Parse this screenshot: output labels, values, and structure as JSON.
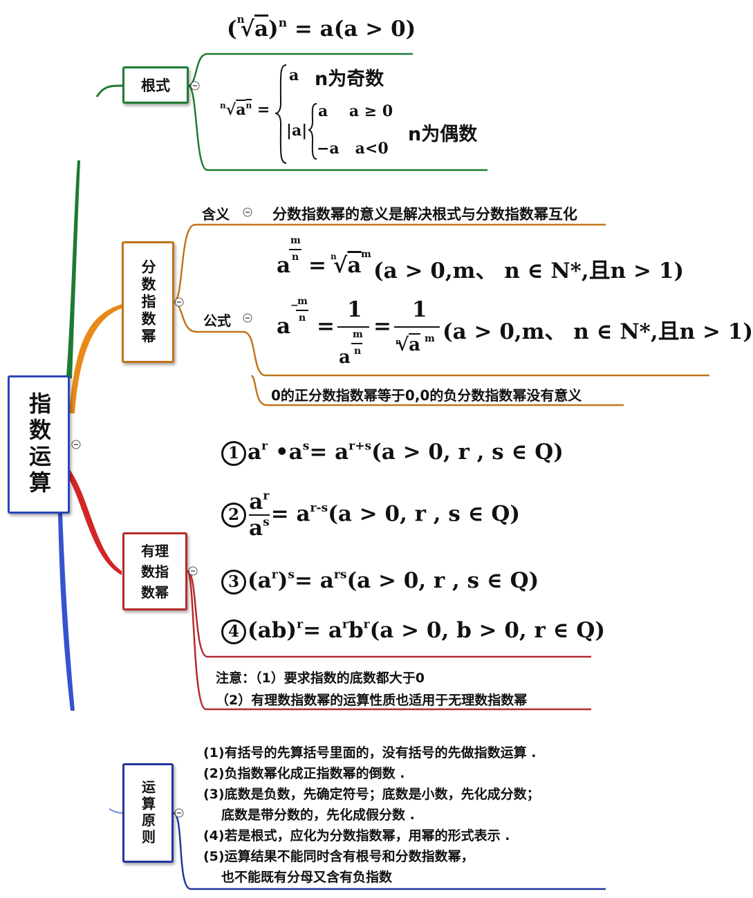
{
  "root": {
    "title": "指数运算"
  },
  "genshi": {
    "label": "根式",
    "formula1": "(ⁿ√a)ⁿ = a(a > 0)",
    "case_odd_value": "a",
    "case_odd_cond": "n为奇数",
    "case_abs": "|a|",
    "case_pos": "a    a ≥ 0",
    "case_neg": "−a   a<0",
    "case_even_cond": "n为偶数"
  },
  "fenshu": {
    "label": "分数指数幂",
    "meaning_label": "含义",
    "meaning_text": "分数指数幂的意义是解决根式与分数指数幂互化",
    "formula_label": "公式",
    "formula1_cond": "(a > 0,m、 n ∈ N*,且n > 1)",
    "formula2_cond": "(a > 0,m、 n ∈ N*,且n > 1)",
    "zero_note": "0的正分数指数幂等于0,0的负分数指数幂没有意义"
  },
  "youli": {
    "label": "有理\n数指\n数幂",
    "rule1_num": "1",
    "rule1_cond": "(a > 0, r , s ∈ Q)",
    "rule2_num": "2",
    "rule2_cond": "(a > 0, r , s ∈ Q)",
    "rule3_num": "3",
    "rule3_cond": "(a > 0, r , s ∈ Q)",
    "rule4_num": "4",
    "rule4_cond": "(a > 0, b > 0, r ∈ Q)",
    "note1": "注意：（1）要求指数的底数都大于0",
    "note2": "（2）有理数指数幂的运算性质也适用于无理数指数幂"
  },
  "yunsuan": {
    "label": "运算原则",
    "rules": [
      "(1)有括号的先算括号里面的，没有括号的先做指数运算 .",
      "(2)负指数幂化成正指数幂的倒数 .",
      "(3)底数是负数，先确定符号；底数是小数，先化成分数；",
      "底数是带分数的，先化成假分数 .",
      "(4)若是根式，应化为分数指数幂，用幂的形式表示 .",
      "(5)运算结果不能同时含有根号和分数指数幂，",
      "也不能既有分母又含有负指数"
    ]
  },
  "colors": {
    "genshi": "#1e7a33",
    "fenshu": "#c0741a",
    "youli": "#b52a2a",
    "yunsuan": "#23379c"
  }
}
